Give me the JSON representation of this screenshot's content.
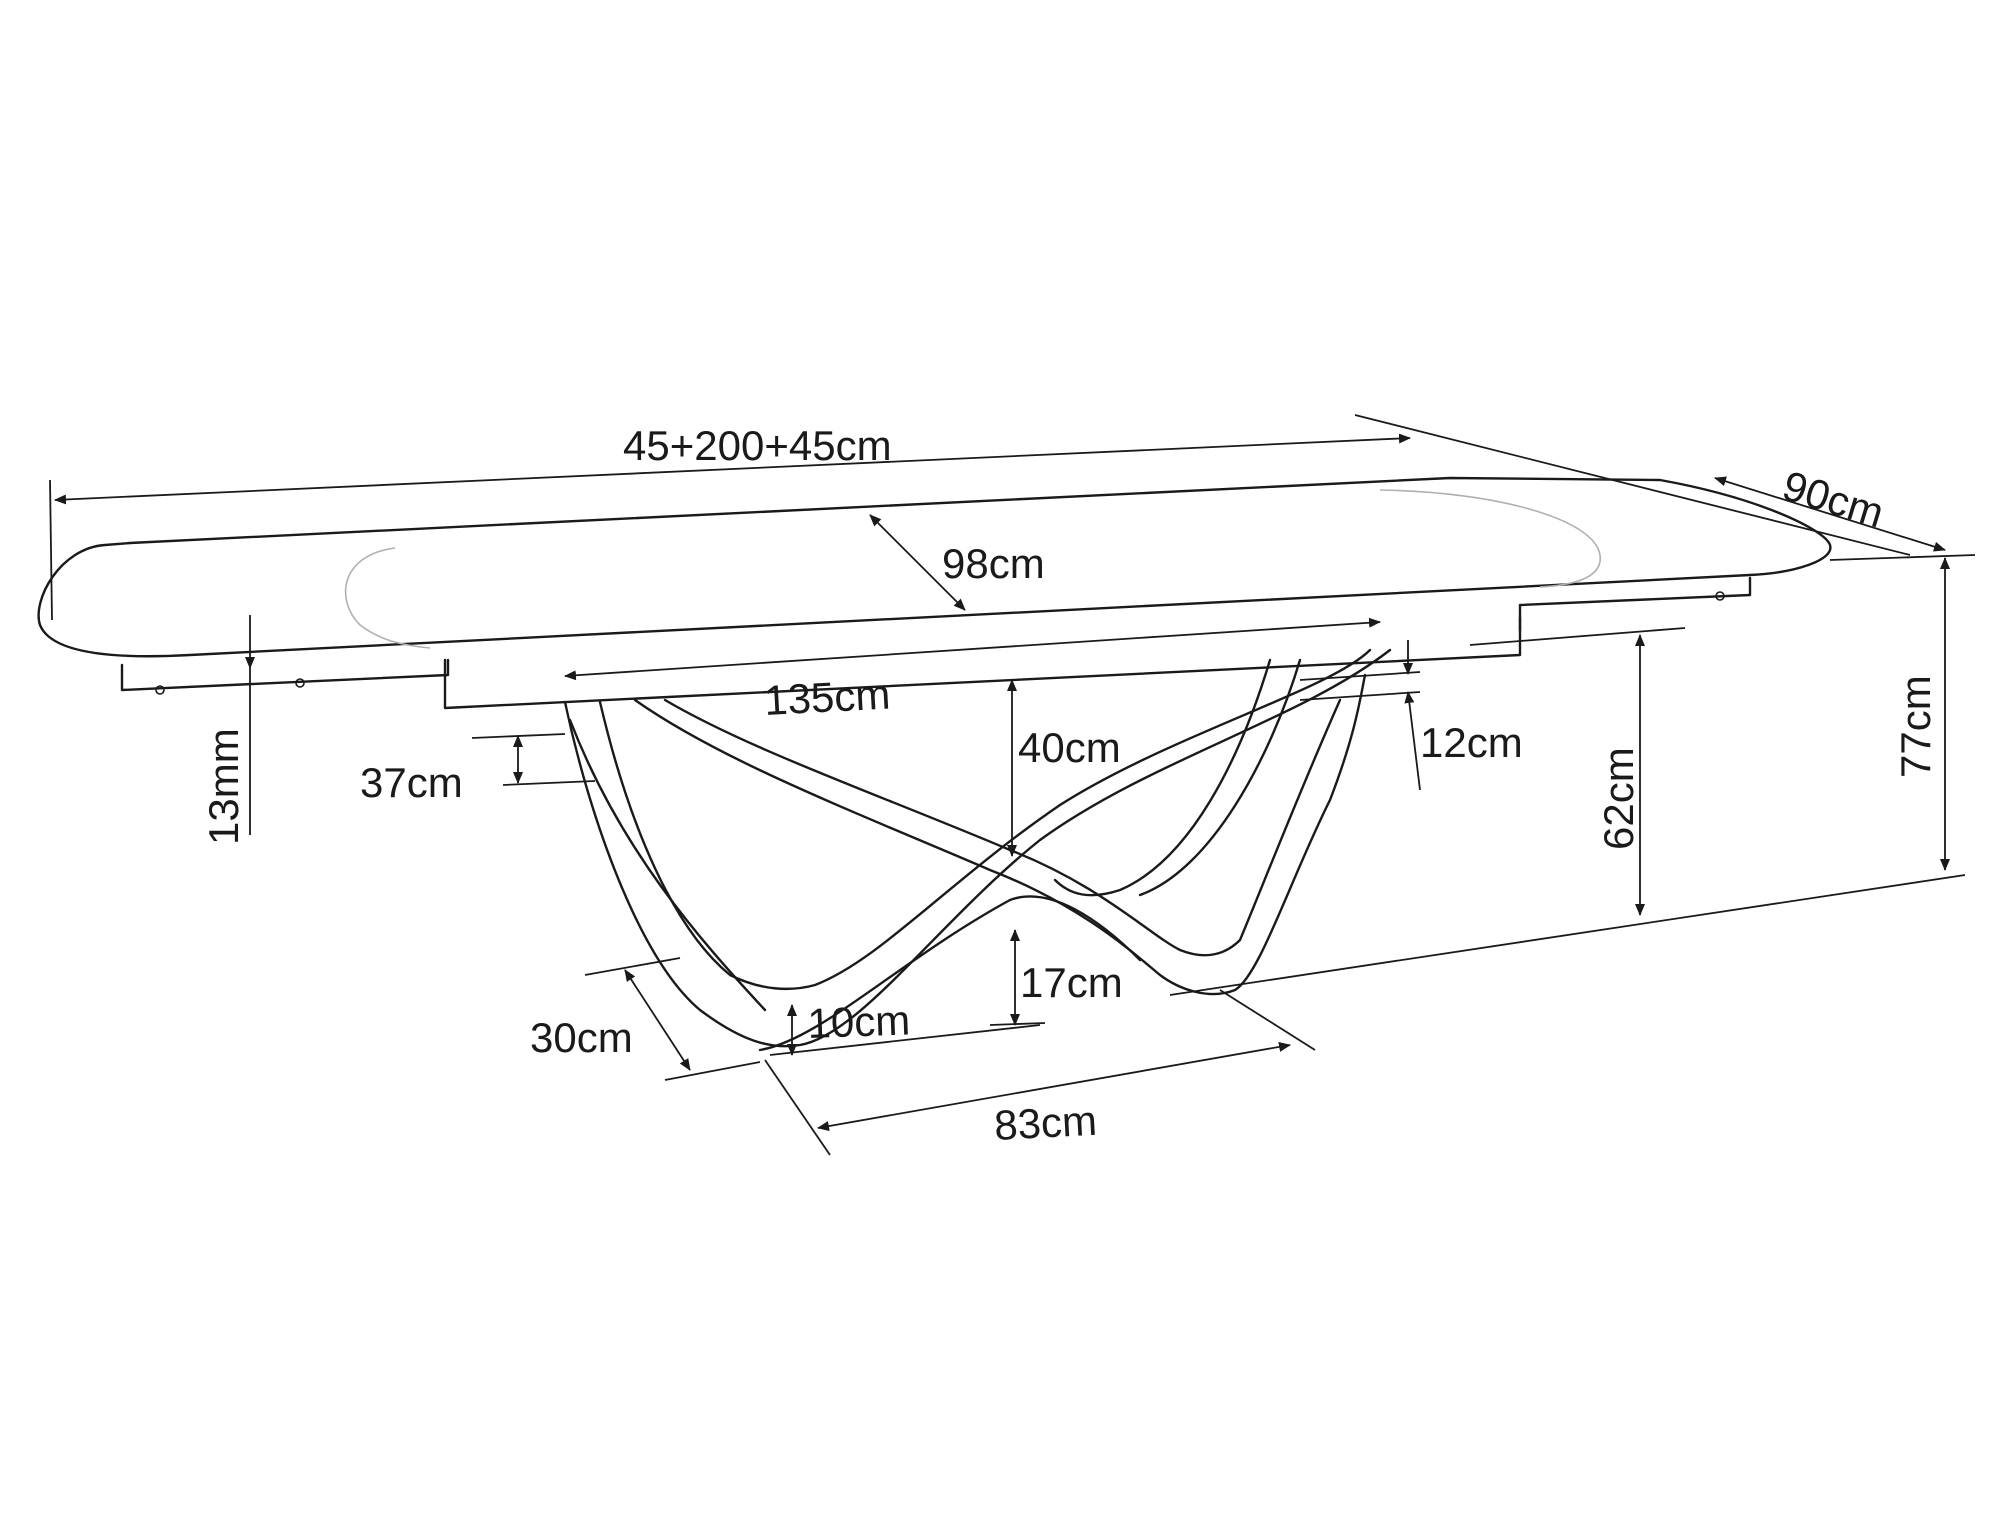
{
  "dimensions": {
    "total_length": "45+200+45cm",
    "depth": "90cm",
    "center_width": "98cm",
    "base_length": "135cm",
    "top_thickness": "13mm",
    "leg_offset": "37cm",
    "frame_height": "40cm",
    "frame_thickness": "12cm",
    "base_height": "62cm",
    "total_height": "77cm",
    "foot_depth": "30cm",
    "foot_height": "10cm",
    "crossing_height": "17cm",
    "foot_span": "83cm"
  },
  "colors": {
    "line": "#1a1a1a",
    "faint": "#b0b0b0"
  }
}
